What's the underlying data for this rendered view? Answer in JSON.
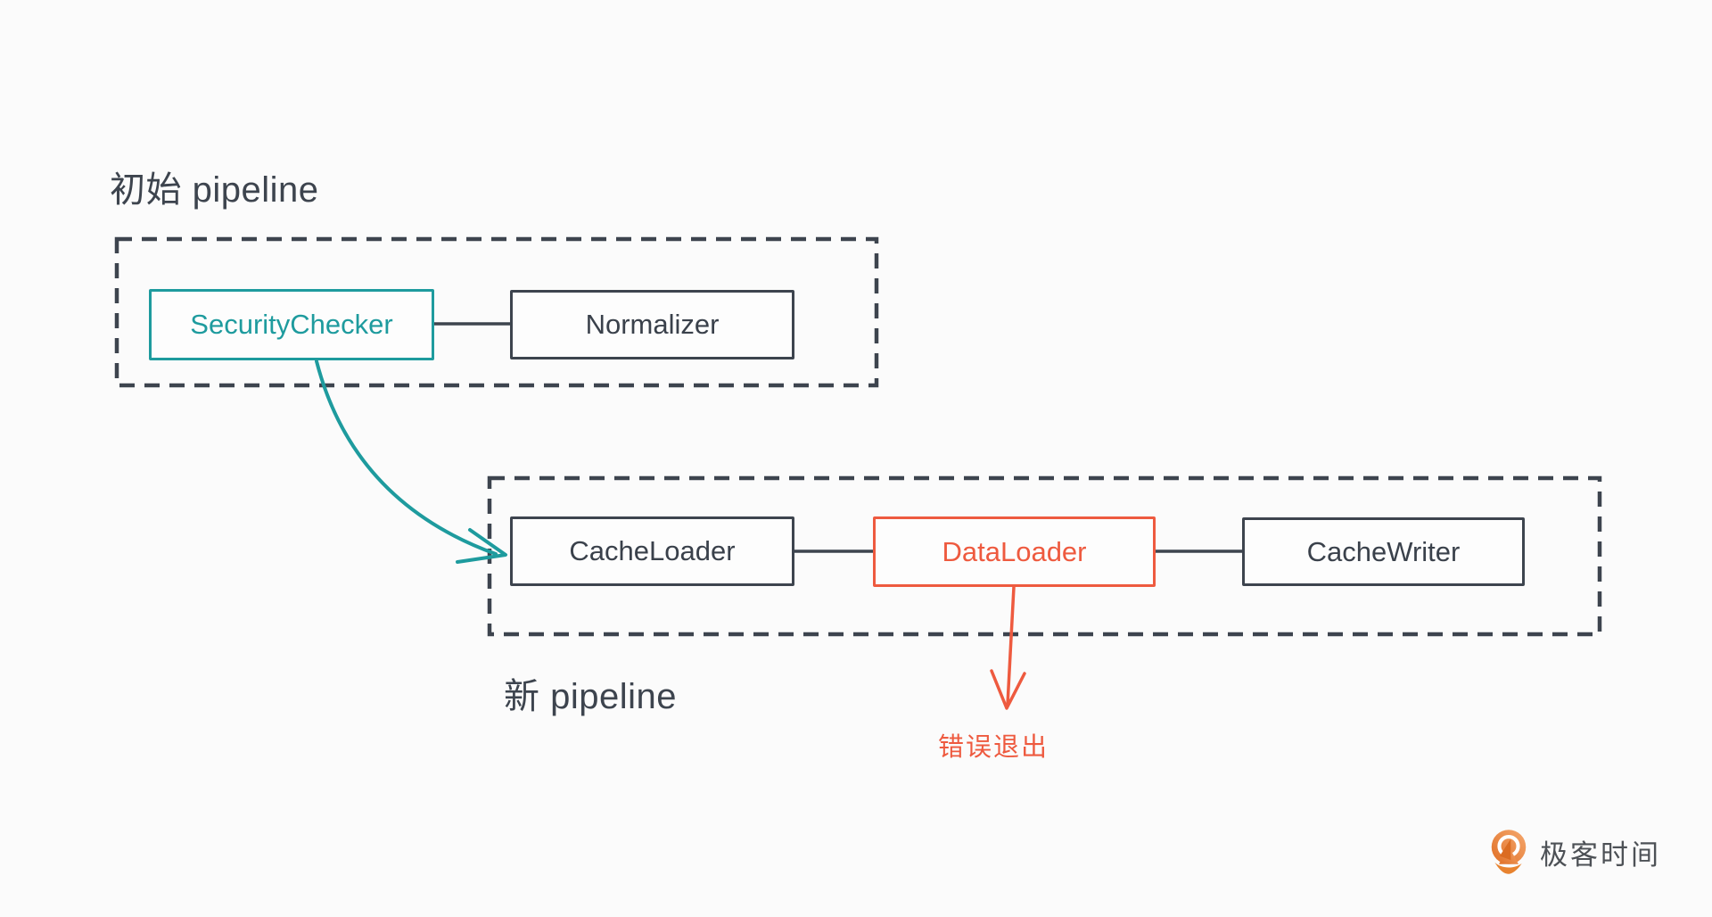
{
  "colors": {
    "background": "#fbfbfb",
    "slate": "#3d444e",
    "teal": "#1e9b9e",
    "red": "#ee5a3f",
    "logo_orange": "#e8832f",
    "logo_text_gray": "#4d5156"
  },
  "initial_pipeline": {
    "title": "初始 pipeline",
    "nodes": [
      {
        "label": "SecurityChecker",
        "accent": "teal"
      },
      {
        "label": "Normalizer",
        "accent": "slate"
      }
    ]
  },
  "new_pipeline": {
    "title": "新 pipeline",
    "nodes": [
      {
        "label": "CacheLoader",
        "accent": "slate"
      },
      {
        "label": "DataLoader",
        "accent": "red"
      },
      {
        "label": "CacheWriter",
        "accent": "slate"
      }
    ]
  },
  "annotations": {
    "error_exit": "错误退出"
  },
  "logo": {
    "brand_text": "极客时间"
  }
}
